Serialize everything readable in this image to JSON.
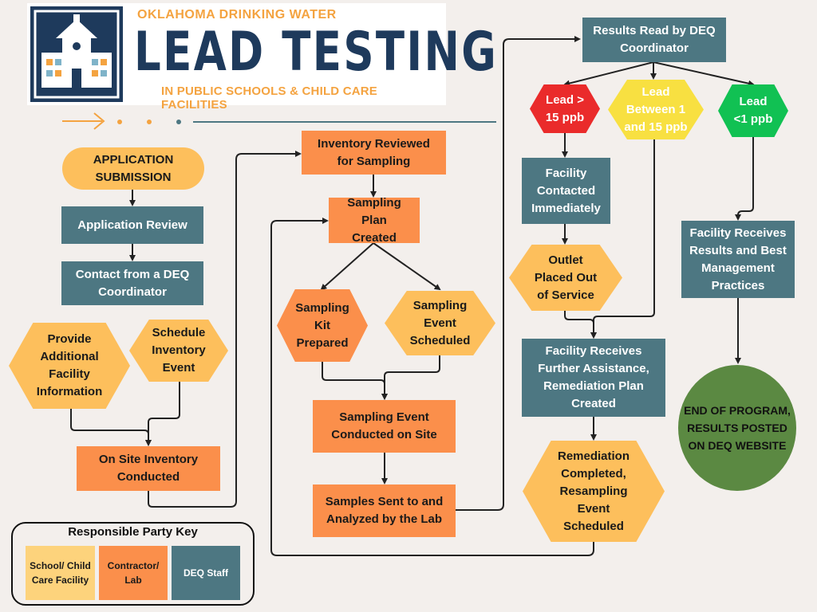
{
  "header": {
    "top_line": "OKLAHOMA DRINKING WATER",
    "title": "LEAD TESTING",
    "subtitle": "IN PUBLIC SCHOOLS & CHILD CARE FACILITIES"
  },
  "colors": {
    "deq_teal": "#4d7782",
    "contractor_orange": "#fb8f4b",
    "school_yellow": "#fdbf5c",
    "lead_high_red": "#ea2b2b",
    "lead_mid_yellow": "#f8e041",
    "lead_low_green": "#11c153",
    "end_green": "#5b8942",
    "logo_navy": "#1e3a5c",
    "logo_orange": "#f4a340"
  },
  "nodes": {
    "application_submission": "APPLICATION SUBMISSION",
    "application_review": "Application Review",
    "contact_deq": "Contact from a DEQ Coordinator",
    "provide_info": "Provide Additional Facility Information",
    "schedule_inventory": "Schedule Inventory Event",
    "onsite_inventory": "On Site Inventory Conducted",
    "inventory_reviewed": "Inventory Reviewed for Sampling",
    "sampling_plan": "Sampling Plan Created",
    "kit_prepared": "Sampling Kit Prepared",
    "event_scheduled": "Sampling Event Scheduled",
    "event_conducted": "Sampling Event Conducted on Site",
    "samples_sent": "Samples Sent to and Analyzed by the Lab",
    "results_read": "Results Read by DEQ Coordinator",
    "lead_high": "Lead > 15 ppb",
    "lead_mid": "Lead Between 1 and 15 ppb",
    "lead_low": "Lead <1 ppb",
    "facility_contacted": "Facility Contacted Immediately",
    "outlet_out": "Outlet Placed Out of Service",
    "further_assistance": "Facility Receives Further Assistance, Remediation Plan Created",
    "remediation_completed": "Remediation Completed, Resampling Event Scheduled",
    "facility_bmp": "Facility Receives Results and Best Management Practices",
    "end_program": "END OF PROGRAM, RESULTS POSTED ON DEQ WEBSITE"
  },
  "key": {
    "title": "Responsible Party Key",
    "school": "School/ Child Care Facility",
    "contractor": "Contractor/ Lab",
    "deq": "DEQ Staff"
  }
}
